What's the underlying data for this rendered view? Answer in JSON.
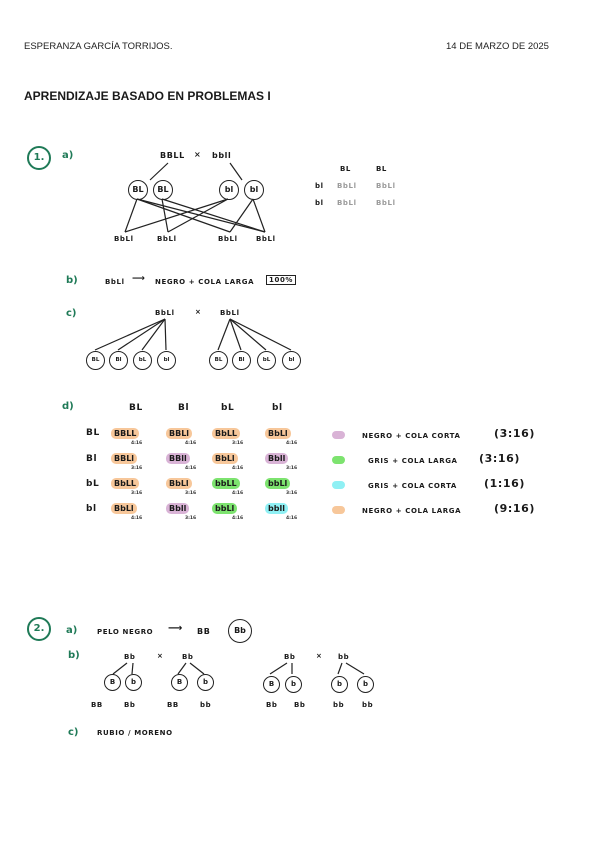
{
  "header": {
    "author": "ESPERANZA GARCÍA TORRIJOS.",
    "date": "14 DE MARZO DE 2025"
  },
  "title": "APRENDIZAJE BASADO EN PROBLEMAS I",
  "colors": {
    "accent": "#1f7a57",
    "pink": "#d9b3d6",
    "green": "#7de36f",
    "cyan": "#8ff0f4",
    "orange": "#f7c79a"
  },
  "p1": {
    "number": "1.",
    "a": {
      "label": "a)",
      "cross_left": "BBLL",
      "cross_sign": "×",
      "cross_right": "bbll",
      "gametes": [
        "BL",
        "BL",
        "bl",
        "bl"
      ],
      "offspring": [
        "BbLl",
        "BbLl",
        "BbLl",
        "BbLl"
      ],
      "mini_table": {
        "cols": [
          "BL",
          "BL"
        ],
        "rows": [
          {
            "head": "bl",
            "cells": [
              "BbLl",
              "BbLl"
            ]
          },
          {
            "head": "bl",
            "cells": [
              "BbLl",
              "BbLl"
            ]
          }
        ]
      }
    },
    "b": {
      "label": "b)",
      "genotype": "BbLl",
      "arrow": "⟶",
      "phenotype": "NEGRO + COLA LARGA",
      "percent": "100%"
    },
    "c": {
      "label": "c)",
      "cross_left": "BbLl",
      "cross_sign": "×",
      "cross_right": "BbLl",
      "gametes_left": [
        "BL",
        "Bl",
        "bL",
        "bl"
      ],
      "gametes_right": [
        "BL",
        "Bl",
        "bL",
        "bl"
      ]
    },
    "d": {
      "label": "d)",
      "cols": [
        "BL",
        "Bl",
        "bL",
        "bl"
      ],
      "rows": [
        {
          "head": "BL",
          "cells": [
            {
              "g": "BBLL",
              "f": "4:16"
            },
            {
              "g": "BBLl",
              "f": "4:16"
            },
            {
              "g": "BbLL",
              "f": "3:16"
            },
            {
              "g": "BbLl",
              "f": "4:16"
            }
          ]
        },
        {
          "head": "Bl",
          "cells": [
            {
              "g": "BBLl",
              "f": "3:16"
            },
            {
              "g": "BBll",
              "f": "4:16"
            },
            {
              "g": "BbLl",
              "f": "4:16"
            },
            {
              "g": "Bbll",
              "f": "3:16"
            }
          ]
        },
        {
          "head": "bL",
          "cells": [
            {
              "g": "BbLL",
              "f": "3:16"
            },
            {
              "g": "BbLl",
              "f": "3:16"
            },
            {
              "g": "bbLL",
              "f": "4:16"
            },
            {
              "g": "bbLl",
              "f": "3:16"
            }
          ]
        },
        {
          "head": "bl",
          "cells": [
            {
              "g": "BbLl",
              "f": "4:16"
            },
            {
              "g": "Bbll",
              "f": "3:16"
            },
            {
              "g": "bbLl",
              "f": "4:16"
            },
            {
              "g": "bbll",
              "f": "4:16"
            }
          ]
        }
      ],
      "legend": [
        {
          "text": "NEGRO + COLA CORTA",
          "ratio": "(3:16)"
        },
        {
          "text": "GRIS + COLA LARGA",
          "ratio": "(3:16)"
        },
        {
          "text": "GRIS + COLA CORTA",
          "ratio": "(1:16)"
        },
        {
          "text": "NEGRO + COLA LARGA",
          "ratio": "(9:16)"
        }
      ]
    }
  },
  "p2": {
    "number": "2.",
    "a": {
      "label": "a)",
      "text": "PELO NEGRO",
      "arrow": "⟶",
      "genotype": "BB",
      "circled": "Bb"
    },
    "b": {
      "label": "b)",
      "cross1": {
        "left": "Bb",
        "sign": "×",
        "right": "Bb",
        "gametes": [
          "B",
          "b",
          "B",
          "b"
        ],
        "offspring": [
          "BB",
          "Bb",
          "BB",
          "bb"
        ]
      },
      "cross2": {
        "left": "Bb",
        "sign": "×",
        "right": "bb",
        "gametes": [
          "B",
          "b",
          "b",
          "b"
        ],
        "offspring": [
          "Bb",
          "Bb",
          "bb",
          "bb"
        ]
      }
    },
    "c": {
      "label": "c)",
      "text": "RUBIO / MORENO"
    }
  }
}
